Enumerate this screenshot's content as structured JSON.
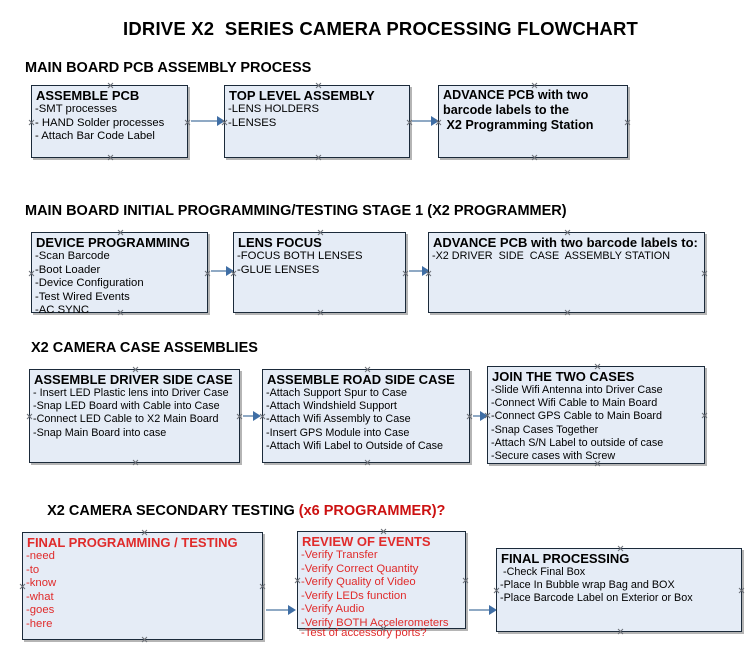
{
  "document": {
    "title": "IDRIVE X2  SERIES CAMERA PROCESSING FLOWCHART",
    "accent_color": "#cc1111",
    "node_fill": "#e5ecf6",
    "connector_color": "#8fa9c4"
  },
  "sections": [
    {
      "id": "main-board-pcb-assembly-process",
      "heading": "MAIN BOARD PCB ASSEMBLY PROCESS",
      "heading_accent": "",
      "nodes": [
        {
          "id": "assemble-pcb",
          "header": "ASSEMBLE PCB",
          "lines": [
            "-SMT processes",
            "- HAND Solder processes",
            "- Attach Bar Code Label"
          ]
        },
        {
          "id": "top-level-assembly",
          "header": "TOP LEVEL ASSEMBLY",
          "lines": [
            "-LENS HOLDERS",
            "-LENSES"
          ]
        },
        {
          "id": "advance-pcb-to-x2-programming-station",
          "header": "ADVANCE PCB with two\nbarcode labels to the\n X2 Programming Station",
          "lines": []
        }
      ]
    },
    {
      "id": "main-board-initial-programming",
      "heading": "MAIN BOARD INITIAL PROGRAMMING/TESTING STAGE 1 (X2 PROGRAMMER)",
      "heading_accent": "",
      "nodes": [
        {
          "id": "device-programming",
          "header": "DEVICE PROGRAMMING",
          "lines": [
            "-Scan Barcode",
            "-Boot Loader",
            "-Device Configuration",
            "-Test Wired Events",
            "-AC SYNC"
          ]
        },
        {
          "id": "lens-focus",
          "header": "LENS FOCUS",
          "lines": [
            "-FOCUS BOTH LENSES",
            "-GLUE LENSES"
          ]
        },
        {
          "id": "advance-pcb-to-driver-side-case-assembly",
          "header": "ADVANCE PCB with two barcode labels to:",
          "lines": [
            "-X2 DRIVER  SIDE  CASE  ASSEMBLY STATION"
          ]
        }
      ]
    },
    {
      "id": "x2-camera-case-assemblies",
      "heading": "X2 CAMERA CASE ASSEMBLIES",
      "heading_accent": "",
      "nodes": [
        {
          "id": "assemble-driver-side-case",
          "header": "ASSEMBLE DRIVER SIDE CASE",
          "lines": [
            "- Insert LED Plastic lens into Driver Case",
            "-Snap LED Board with Cable into Case",
            "-Connect LED Cable to X2 Main Board",
            "-Snap Main Board into case"
          ]
        },
        {
          "id": "assemble-road-side-case",
          "header": "ASSEMBLE ROAD SIDE CASE",
          "lines": [
            "-Attach Support Spur to Case",
            "-Attach Windshield Support",
            "-Attach Wifi Assembly to Case",
            "-Insert GPS Module into Case",
            "-Attach Wifi Label to Outside of Case"
          ]
        },
        {
          "id": "join-the-two-cases",
          "header": "JOIN THE TWO CASES",
          "lines": [
            "-Slide Wifi Antenna into Driver Case",
            "-Connect Wifi Cable to Main Board",
            "-Connect GPS Cable to Main Board",
            "-Snap Cases Together",
            "-Attach S/N Label to outside of case",
            "-Secure cases with Screw"
          ]
        }
      ]
    },
    {
      "id": "x2-camera-secondary-testing",
      "heading": "X2 CAMERA SECONDARY TESTING ",
      "heading_accent": "(x6 PROGRAMMER)?",
      "nodes": [
        {
          "id": "final-programming-testing",
          "header": "FINAL PROGRAMMING / TESTING",
          "lines": [
            "-need",
            "-to",
            "-know",
            "-what",
            "-goes",
            "-here"
          ]
        },
        {
          "id": "review-of-events",
          "header": "REVIEW OF EVENTS",
          "lines": [
            "-Verify Transfer",
            "-Verify Correct Quantity",
            "-Verify Quality of Video",
            "-Verify LEDs function",
            "-Verify Audio",
            "-Verify BOTH Accelerometers"
          ],
          "overflow_line": "-Test of accessory ports?"
        },
        {
          "id": "final-processing",
          "header": "FINAL PROCESSING",
          "lines": [
            " -Check Final Box",
            "-Place In Bubble wrap Bag and BOX",
            "-Place Barcode Label on Exterior or Box"
          ]
        }
      ]
    }
  ]
}
